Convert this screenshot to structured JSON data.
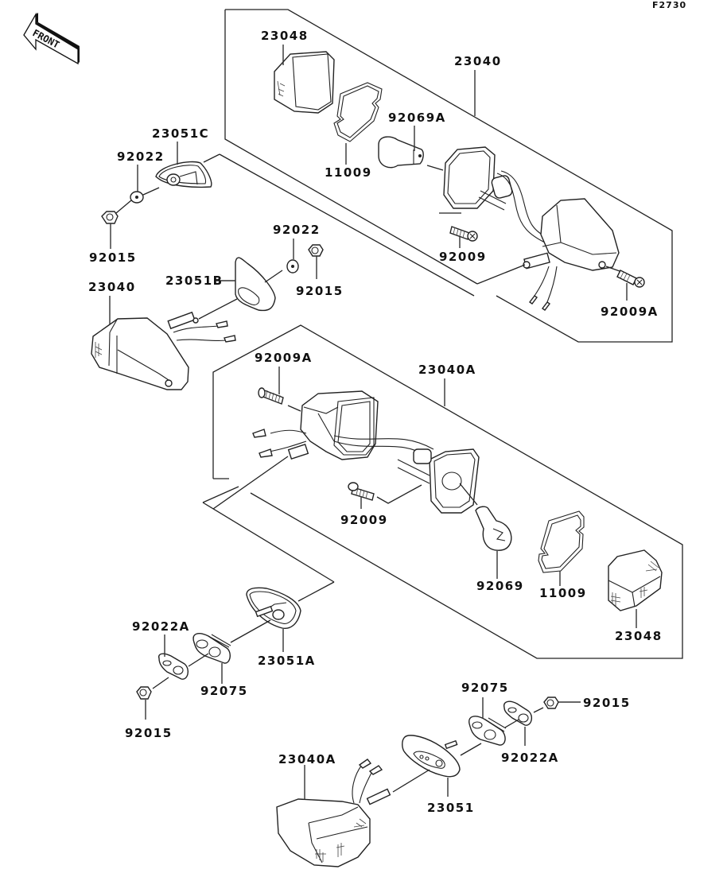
{
  "figure_id": "F2730",
  "front_indicator": "FRONT",
  "labels": {
    "top_lens": "23048",
    "top_assembly": "23040",
    "top_gasket": "11009",
    "top_bulb": "92069A",
    "top_screw": "92009",
    "top_lens_screw": "92009A",
    "bracket_c": "23051C",
    "washer_upper_left": "92022",
    "nut_upper_left": "92015",
    "left_assembly": "23040",
    "bracket_b": "23051B",
    "washer_mid": "92022",
    "nut_mid": "92015",
    "mid_lens_screw": "92009A",
    "mid_assembly": "23040A",
    "mid_screw": "92009",
    "mid_bulb": "92069",
    "mid_gasket": "11009",
    "mid_lens": "23048",
    "washer_a_left": "92022A",
    "damper_left": "92075",
    "bracket_a": "23051A",
    "nut_lower_left": "92015",
    "damper_right": "92075",
    "nut_lower_right": "92015",
    "washer_a_right": "92022A",
    "bottom_assembly": "23040A",
    "bracket_base": "23051"
  }
}
